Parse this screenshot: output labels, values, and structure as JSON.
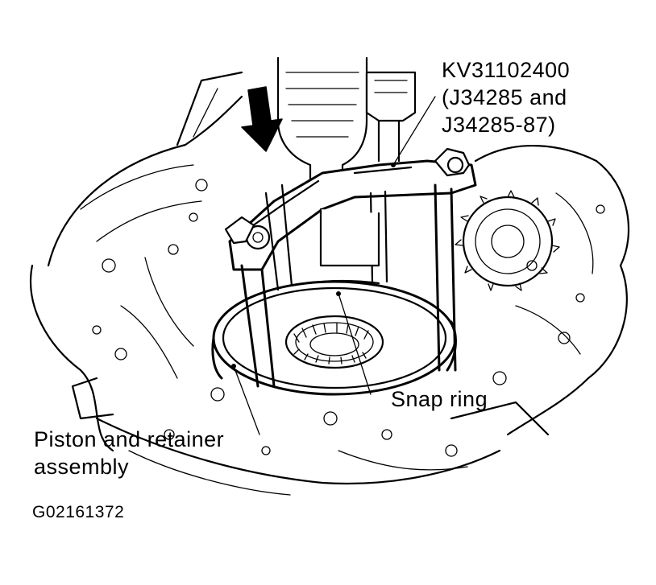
{
  "labels": {
    "tool_line1": "KV31102400",
    "tool_line2": "(J34285 and",
    "tool_line3": "J34285-87)",
    "snap_ring": "Snap ring",
    "piston_line1": "Piston and retainer",
    "piston_line2": "assembly"
  },
  "figure_id": "G02161372",
  "icons": {
    "press_direction": "down-arrow-icon"
  },
  "colors": {
    "ink": "#000000",
    "paper": "#ffffff"
  }
}
